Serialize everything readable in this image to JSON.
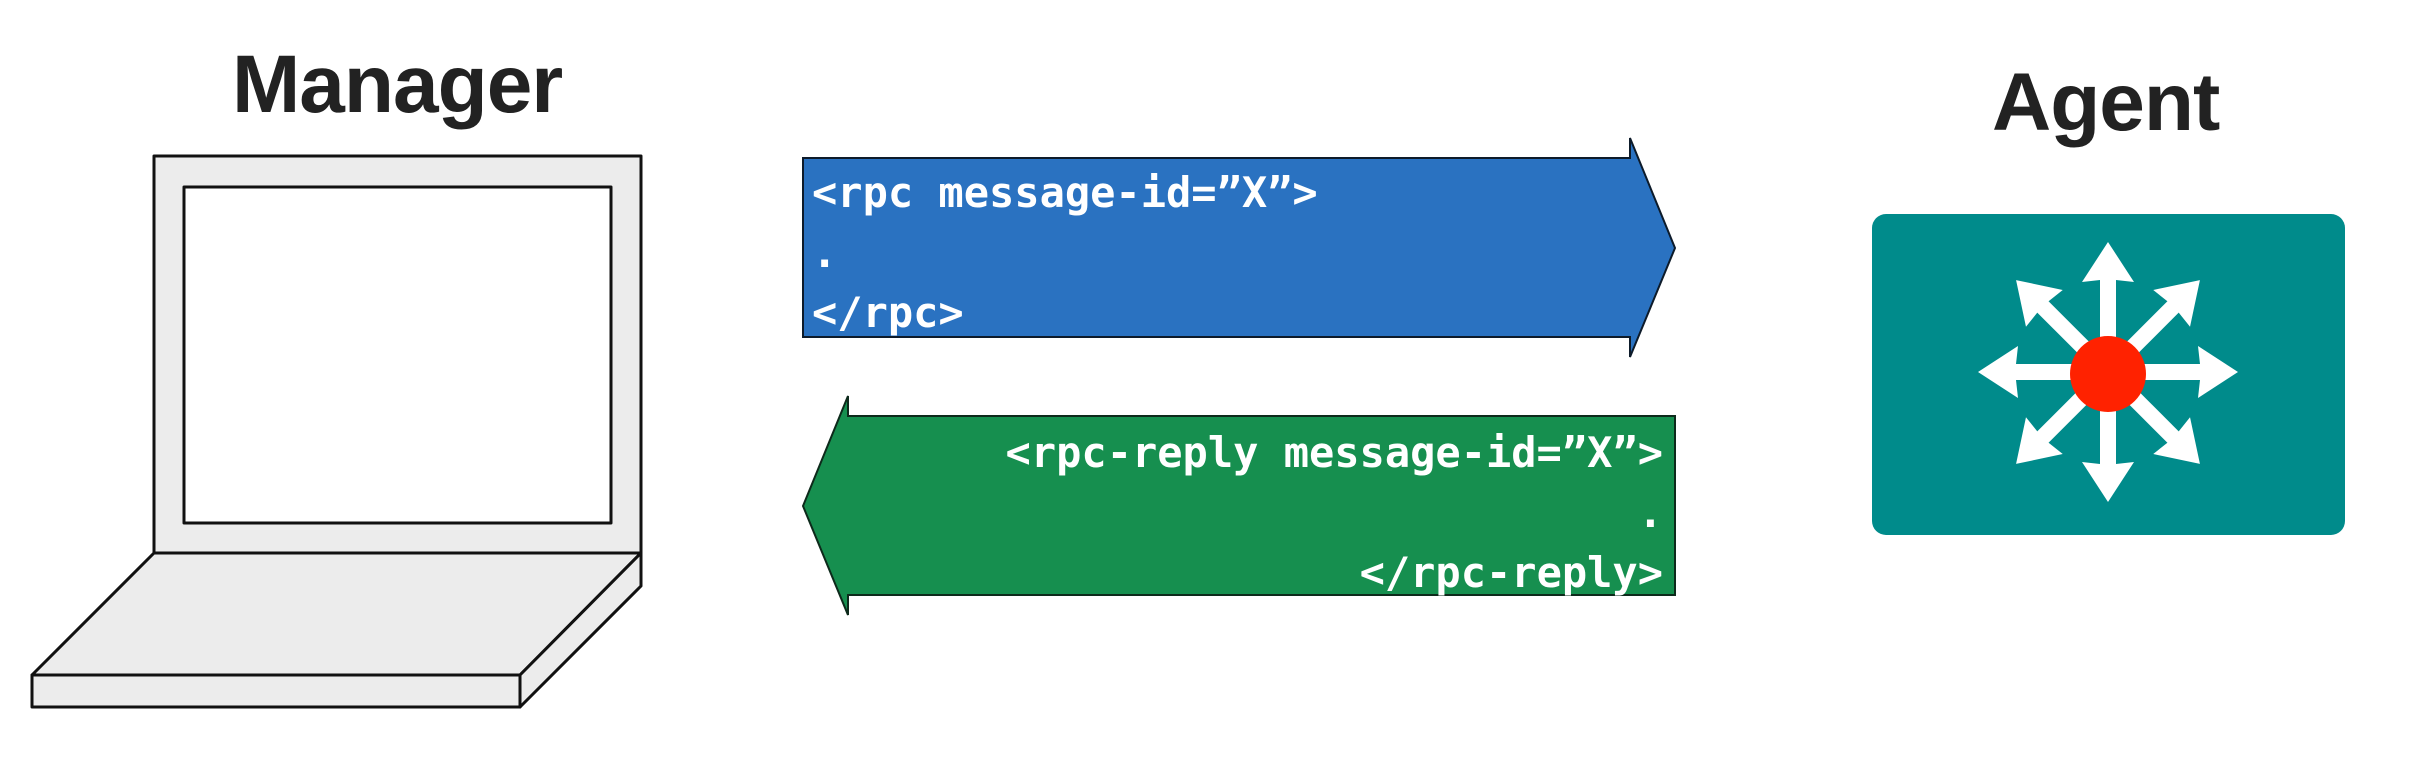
{
  "manager": {
    "title": "Manager"
  },
  "agent": {
    "title": "Agent"
  },
  "request": {
    "lines": [
      "<rpc message-id=”X”>",
      ".",
      "</rpc>"
    ],
    "color": "#2a72c1"
  },
  "reply": {
    "lines": [
      "<rpc-reply message-id=”X”>",
      ".",
      "</rpc-reply>"
    ],
    "color": "#168f4f"
  },
  "colors": {
    "agent_box": "#008b8b",
    "agent_center": "#ff2200",
    "laptop_fill": "#ececec",
    "outline": "#111111"
  },
  "icons": [
    "laptop-icon",
    "network-switch-icon"
  ]
}
